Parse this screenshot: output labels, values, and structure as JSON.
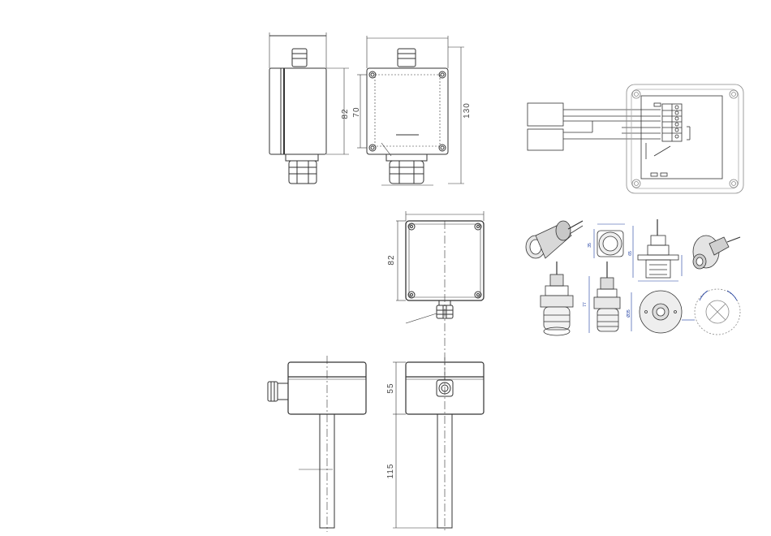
{
  "dimensions": {
    "box_height": "82",
    "inner_height": "70",
    "total_height": "130",
    "front_height": "82",
    "side_height": "55",
    "probe_length": "115"
  },
  "detail_labels": {
    "gland_width": "35",
    "gland_height": "77",
    "flange_height": "65",
    "flange_diameter": "Ø35"
  },
  "colors": {
    "line": "#333333",
    "dimension_blue": "#1a3aa0",
    "light_grey": "#aaaaaa"
  }
}
